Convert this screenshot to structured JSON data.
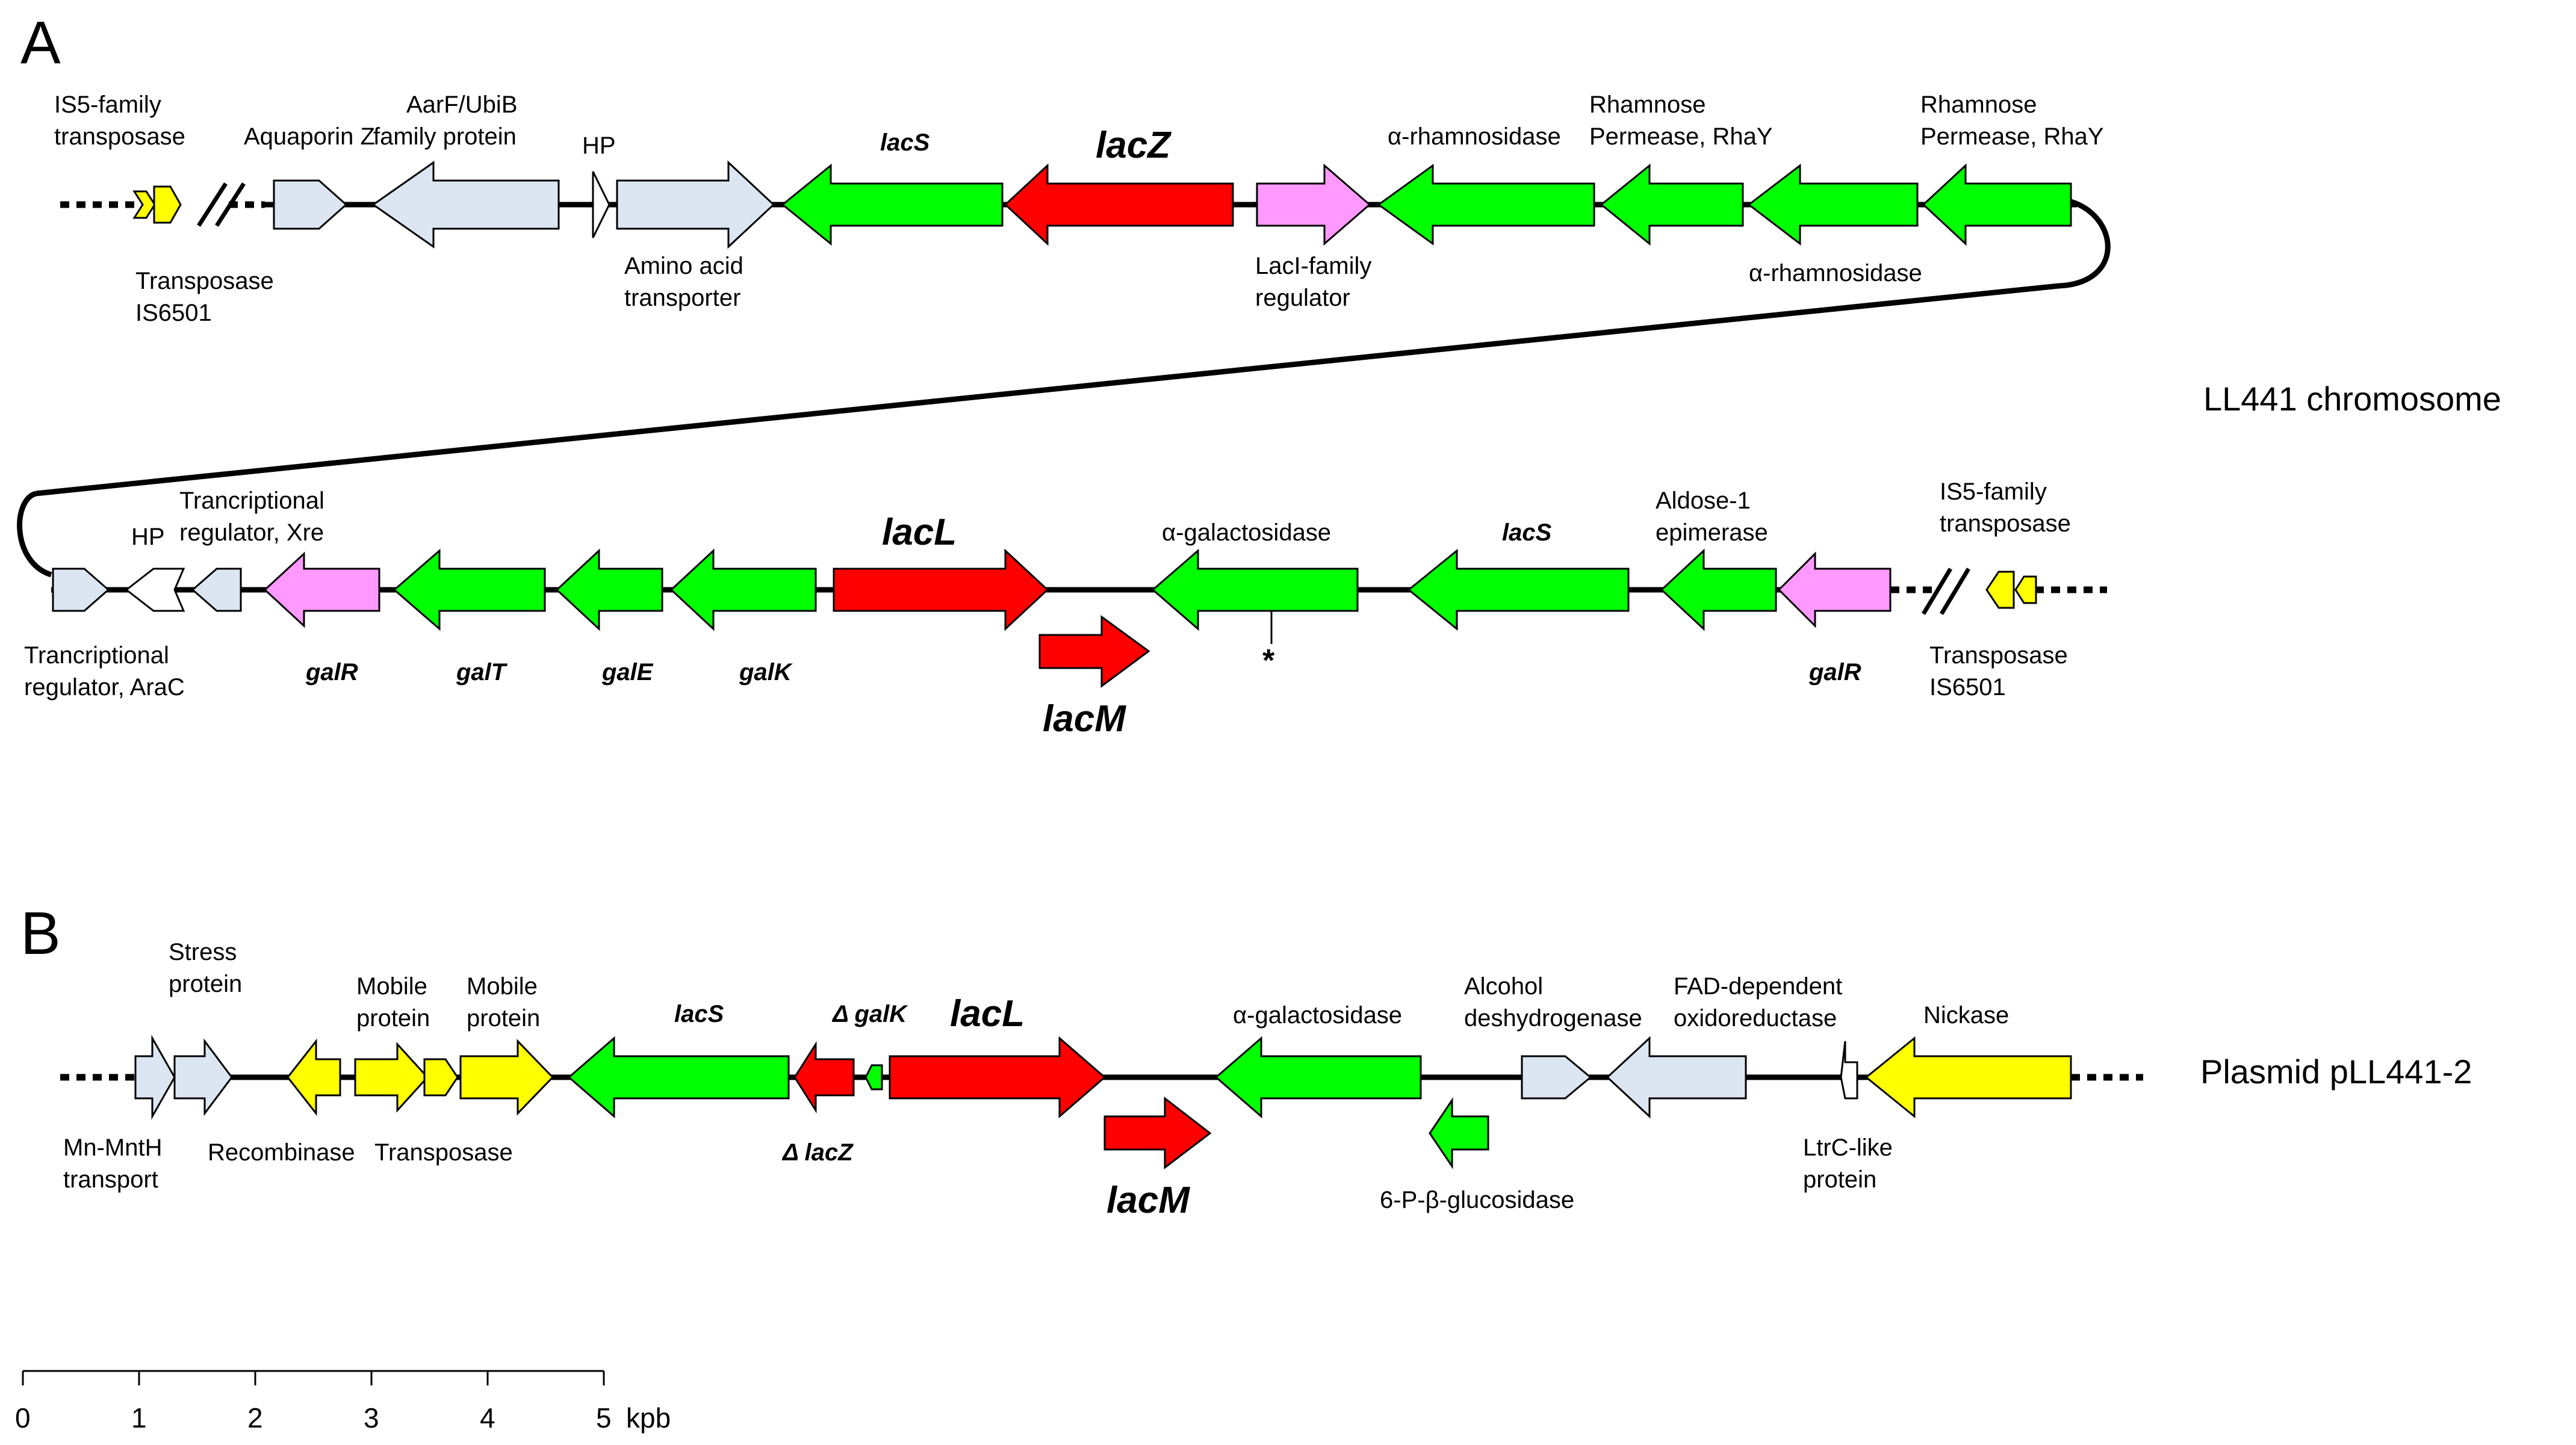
{
  "colors": {
    "lac": "#ff0000",
    "green": "#00ff00",
    "regulator": "#ff99ff",
    "transposase": "#ffff00",
    "other": "#dce6f2",
    "hp": "#ffffff"
  },
  "panel_a": {
    "letter": "A",
    "title": "LL441 chromosome",
    "row1": {
      "is5_family_transposase_1": "IS5-family",
      "is5_family_transposase_2": "transposase",
      "transposase_is6501_1": "Transposase",
      "transposase_is6501_2": "IS6501",
      "aquaporin_z": "Aquaporin Z",
      "aarf_ubib_1": "AarF/UbiB",
      "aarf_ubib_2": "family protein",
      "hp": "HP",
      "amino_acid_transporter_1": "Amino acid",
      "amino_acid_transporter_2": "transporter",
      "lacS": "lacS",
      "lacZ": "lacZ",
      "laci_regulator_1": "LacI-family",
      "laci_regulator_2": "regulator",
      "alpha_rhamnosidase_top": "α-rhamnosidase",
      "rhamnose_permease_1a": "Rhamnose",
      "rhamnose_permease_1b": "Permease, RhaY",
      "alpha_rhamnosidase_bottom": "α-rhamnosidase",
      "rhamnose_permease_2a": "Rhamnose",
      "rhamnose_permease_2b": "Permease, RhaY"
    },
    "row2": {
      "aracic_regulator_1": "Trancriptional",
      "aracic_regulator_2": "regulator, AraC",
      "hp": "HP",
      "xre_regulator_1": "Trancriptional",
      "xre_regulator_2": "regulator, Xre",
      "galR_left": "galR",
      "galT": "galT",
      "galE": "galE",
      "galK": "galK",
      "lacL": "lacL",
      "lacM": "lacM",
      "alpha_galactosidase": "α-galactosidase",
      "asterisk": "*",
      "lacS": "lacS",
      "aldose_epimerase_1": "Aldose-1",
      "aldose_epimerase_2": "epimerase",
      "galR_right": "galR",
      "is5_family_transposase_1": "IS5-family",
      "is5_family_transposase_2": "transposase",
      "transposase_is6501_1": "Transposase",
      "transposase_is6501_2": "IS6501"
    }
  },
  "panel_b": {
    "letter": "B",
    "title": "Plasmid pLL441-2",
    "row": {
      "stress_protein_1": "Stress",
      "stress_protein_2": "protein",
      "mn_mnth_1": "Mn-MntH",
      "mn_mnth_2": "transport",
      "recombinase": "Recombinase",
      "mobile_protein_1a": "Mobile",
      "mobile_protein_1b": "protein",
      "transposase": "Transposase",
      "mobile_protein_2a": "Mobile",
      "mobile_protein_2b": "protein",
      "lacS": "lacS",
      "delta_lacZ": "Δ lacZ",
      "delta_galK": "Δ galK",
      "lacL": "lacL",
      "lacM": "lacM",
      "alpha_galactosidase": "α-galactosidase",
      "p_beta_glucosidase": "6-P-β-glucosidase",
      "alcohol_dh_1": "Alcohol",
      "alcohol_dh_2": "deshydrogenase",
      "fad_oxidoreductase_1": "FAD-dependent",
      "fad_oxidoreductase_2": "oxidoreductase",
      "ltrc_like_1": "LtrC-like",
      "ltrc_like_2": "protein",
      "nickase": "Nickase"
    }
  },
  "scale_bar": {
    "ticks": [
      "0",
      "1",
      "2",
      "3",
      "4",
      "5"
    ],
    "unit": "kpb"
  }
}
